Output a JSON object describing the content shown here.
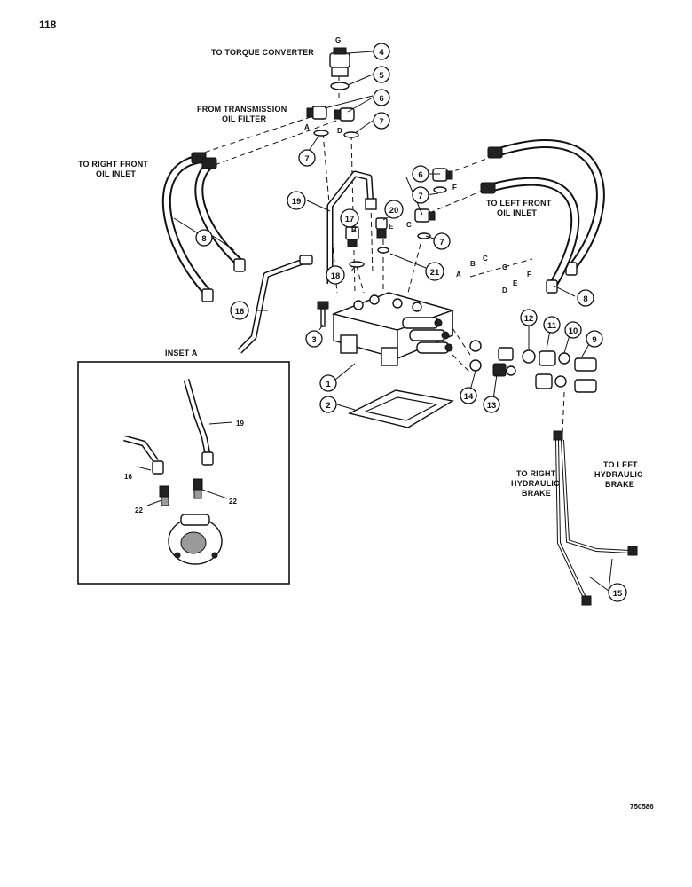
{
  "page_number": "118",
  "drawing_number": "750586",
  "inset": {
    "title": "INSET A"
  },
  "labels": {
    "to_torque_converter": "TO TORQUE CONVERTER",
    "from_trans_line1": "FROM TRANSMISSION",
    "from_trans_line2": "OIL FILTER",
    "right_front_line1": "TO RIGHT FRONT",
    "right_front_line2": "OIL INLET",
    "left_front_line1": "TO LEFT FRONT",
    "left_front_line2": "OIL INLET",
    "right_brake_line1": "TO RIGHT",
    "right_brake_line2": "HYDRAULIC",
    "right_brake_line3": "BRAKE",
    "left_brake_line1": "TO LEFT",
    "left_brake_line2": "HYDRAULIC",
    "left_brake_line3": "BRAKE"
  },
  "port_letters": {
    "g_top": "G",
    "a": "A",
    "d": "D",
    "f": "F",
    "c": "C",
    "b": "B",
    "e": "E",
    "face_a": "A",
    "face_b": "B",
    "face_c": "C",
    "face_g": "G",
    "face_e": "E",
    "face_f": "F",
    "face_d": "D"
  },
  "callouts": {
    "c1": "1",
    "c2": "2",
    "c3": "3",
    "c4": "4",
    "c5": "5",
    "c6a": "6",
    "c6b": "6",
    "c7a": "7",
    "c7b": "7",
    "c7c": "7",
    "c7d": "7",
    "c8a": "8",
    "c8b": "8",
    "c9": "9",
    "c10": "10",
    "c11": "11",
    "c12": "12",
    "c13": "13",
    "c14": "14",
    "c15": "15",
    "c16": "16",
    "c17": "17",
    "c18": "18",
    "c19": "19",
    "c20": "20",
    "c21": "21"
  },
  "inset_callouts": {
    "i19": "19",
    "i16": "16",
    "i22a": "22",
    "i22b": "22"
  }
}
